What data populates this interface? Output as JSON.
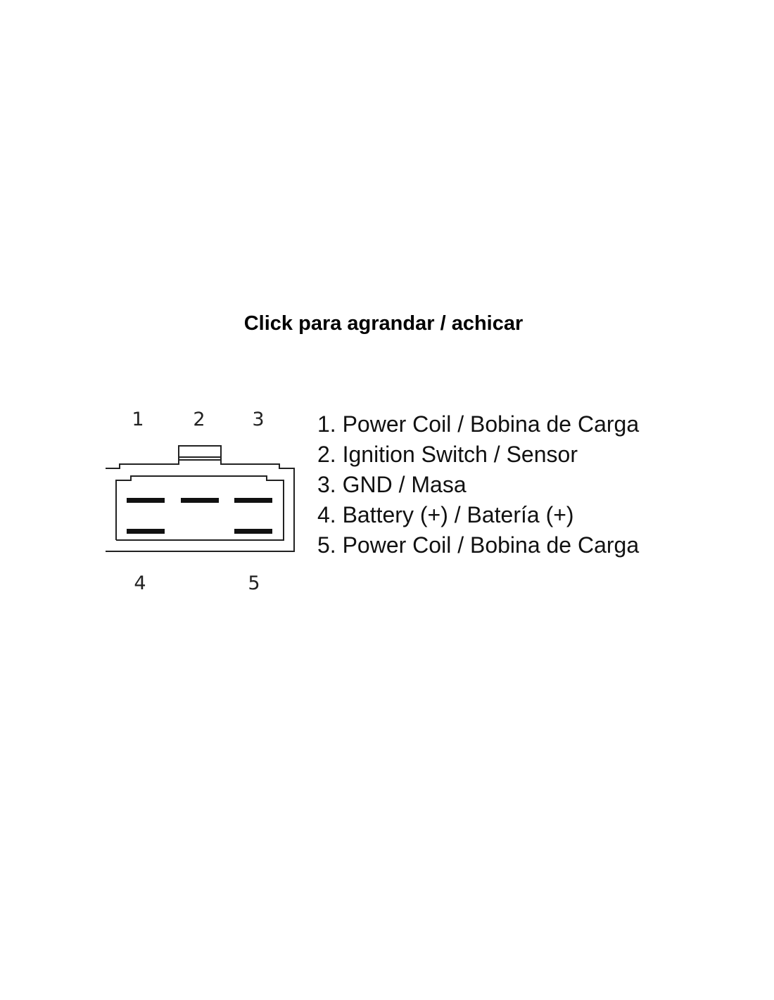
{
  "title": "Click para agrandar / achicar",
  "connector": {
    "top_pins": [
      "1",
      "2",
      "3"
    ],
    "bottom_pins": [
      "4",
      "5"
    ]
  },
  "legend": [
    "1. Power Coil / Bobina de Carga",
    "2. Ignition Switch / Sensor",
    "3. GND / Masa",
    "4. Battery (+) / Batería (+)",
    "5. Power Coil / Bobina de Carga"
  ],
  "colors": {
    "line": "#222222",
    "background": "#ffffff"
  }
}
